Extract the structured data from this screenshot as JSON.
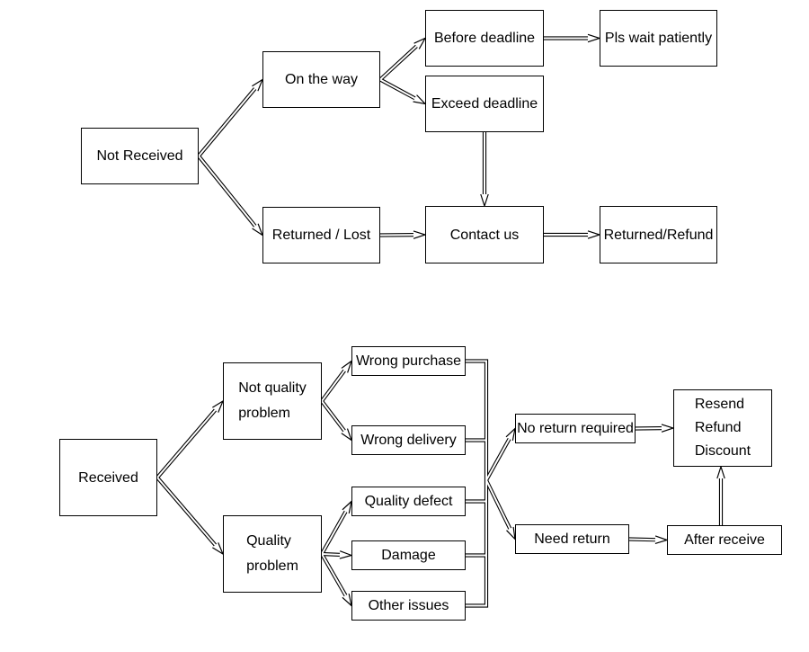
{
  "colors": {
    "background": "#ffffff",
    "box_fill": "#ffffff",
    "box_border": "#000000",
    "connector": "#000000",
    "text": "#000000"
  },
  "nodes": {
    "not_received": {
      "label": "Not Received"
    },
    "on_the_way": {
      "label": "On the way"
    },
    "before_deadline": {
      "label": "Before deadline"
    },
    "pls_wait_patiently": {
      "label": "Pls wait patiently"
    },
    "exceed_deadline": {
      "label": "Exceed deadline"
    },
    "returned_lost": {
      "label": "Returned / Lost"
    },
    "contact_us": {
      "label": "Contact us"
    },
    "returned_refund": {
      "label": "Returned/Refund"
    },
    "received": {
      "label": "Received"
    },
    "not_quality_problem": {
      "lines": [
        "Not quality",
        "problem"
      ]
    },
    "quality_problem": {
      "lines": [
        "Quality",
        "problem"
      ]
    },
    "wrong_purchase": {
      "label": "Wrong purchase"
    },
    "wrong_delivery": {
      "label": "Wrong delivery"
    },
    "quality_defect": {
      "label": "Quality defect"
    },
    "damage": {
      "label": "Damage"
    },
    "other_issues": {
      "label": "Other issues"
    },
    "no_return_required": {
      "label": "No return required"
    },
    "need_return": {
      "label": "Need return"
    },
    "resend_refund_discount": {
      "lines": [
        "Resend",
        "Refund",
        "Discount"
      ]
    },
    "after_receive": {
      "label": "After receive"
    }
  },
  "edges": [
    {
      "from": "not_received",
      "to": "on_the_way"
    },
    {
      "from": "not_received",
      "to": "returned_lost"
    },
    {
      "from": "on_the_way",
      "to": "before_deadline"
    },
    {
      "from": "on_the_way",
      "to": "exceed_deadline"
    },
    {
      "from": "before_deadline",
      "to": "pls_wait_patiently"
    },
    {
      "from": "exceed_deadline",
      "to": "contact_us"
    },
    {
      "from": "returned_lost",
      "to": "contact_us"
    },
    {
      "from": "contact_us",
      "to": "returned_refund"
    },
    {
      "from": "received",
      "to": "not_quality_problem"
    },
    {
      "from": "received",
      "to": "quality_problem"
    },
    {
      "from": "not_quality_problem",
      "to": "wrong_purchase"
    },
    {
      "from": "not_quality_problem",
      "to": "wrong_delivery"
    },
    {
      "from": "quality_problem",
      "to": "quality_defect"
    },
    {
      "from": "quality_problem",
      "to": "damage"
    },
    {
      "from": "quality_problem",
      "to": "other_issues"
    },
    {
      "from": [
        "wrong_purchase",
        "wrong_delivery",
        "quality_defect",
        "damage",
        "other_issues"
      ],
      "to": [
        "no_return_required",
        "need_return"
      ],
      "style": "bus"
    },
    {
      "from": "no_return_required",
      "to": "resend_refund_discount"
    },
    {
      "from": "need_return",
      "to": "after_receive"
    },
    {
      "from": "after_receive",
      "to": "resend_refund_discount"
    }
  ]
}
